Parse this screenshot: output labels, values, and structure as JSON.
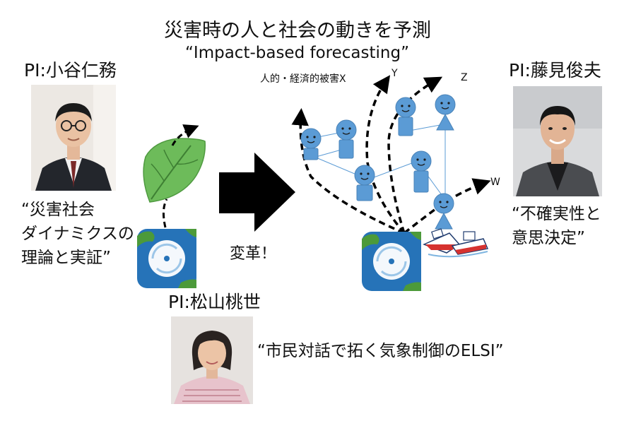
{
  "title": "災害時の人と社会の動きを予測",
  "subtitle": "“Impact-based forecasting”",
  "change_label": "変革！",
  "axes": {
    "x_label": "人的・経済的被害X",
    "y_label": "Y",
    "z_label": "Z",
    "w_label": "W"
  },
  "pis": [
    {
      "name": "PI:小谷仁務",
      "quote_lines": [
        "“災害社会",
        "ダイナミクスの",
        "理論と実証”"
      ]
    },
    {
      "name": "PI:藤見俊夫",
      "quote_lines": [
        "“不確実性と",
        "意思決定”"
      ]
    },
    {
      "name": "PI:松山桃世",
      "quote_lines": [
        "“市民対話で拓く気象制御のELSI”"
      ]
    }
  ],
  "colors": {
    "person": "#5b9bd5",
    "person_stroke": "#4a83b8",
    "leaf": "#6dbb5a",
    "ocean": "#2673b8",
    "land": "#4c9a3a",
    "arrow": "#000000"
  }
}
